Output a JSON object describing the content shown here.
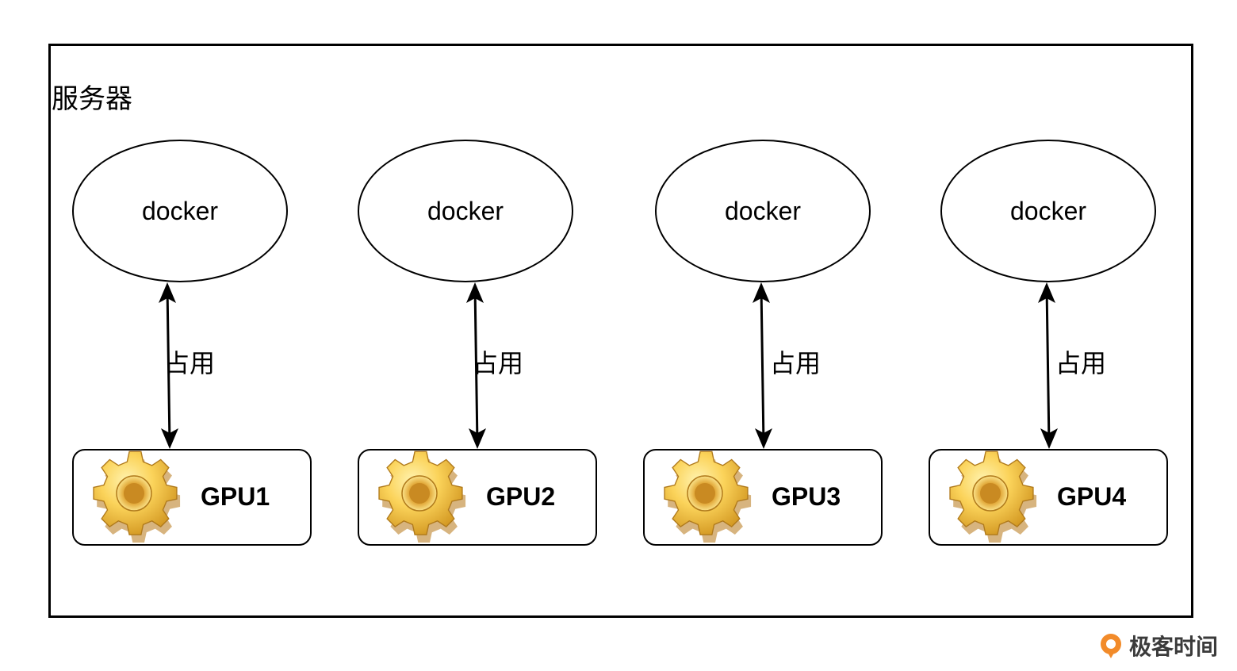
{
  "server": {
    "label": "服务器"
  },
  "nodes": [
    {
      "docker_label": "docker",
      "edge_label": "占用",
      "gpu_label": "GPU1"
    },
    {
      "docker_label": "docker",
      "edge_label": "占用",
      "gpu_label": "GPU2"
    },
    {
      "docker_label": "docker",
      "edge_label": "占用",
      "gpu_label": "GPU3"
    },
    {
      "docker_label": "docker",
      "edge_label": "占用",
      "gpu_label": "GPU4"
    }
  ],
  "icons": {
    "gpu": "gear-icon",
    "watermark": "geektime-logo-icon"
  },
  "colors": {
    "gear_light": "#fde27a",
    "gear_dark": "#c98d1f",
    "watermark_accent": "#f28b2a"
  },
  "watermark": {
    "text": "极客时间"
  }
}
